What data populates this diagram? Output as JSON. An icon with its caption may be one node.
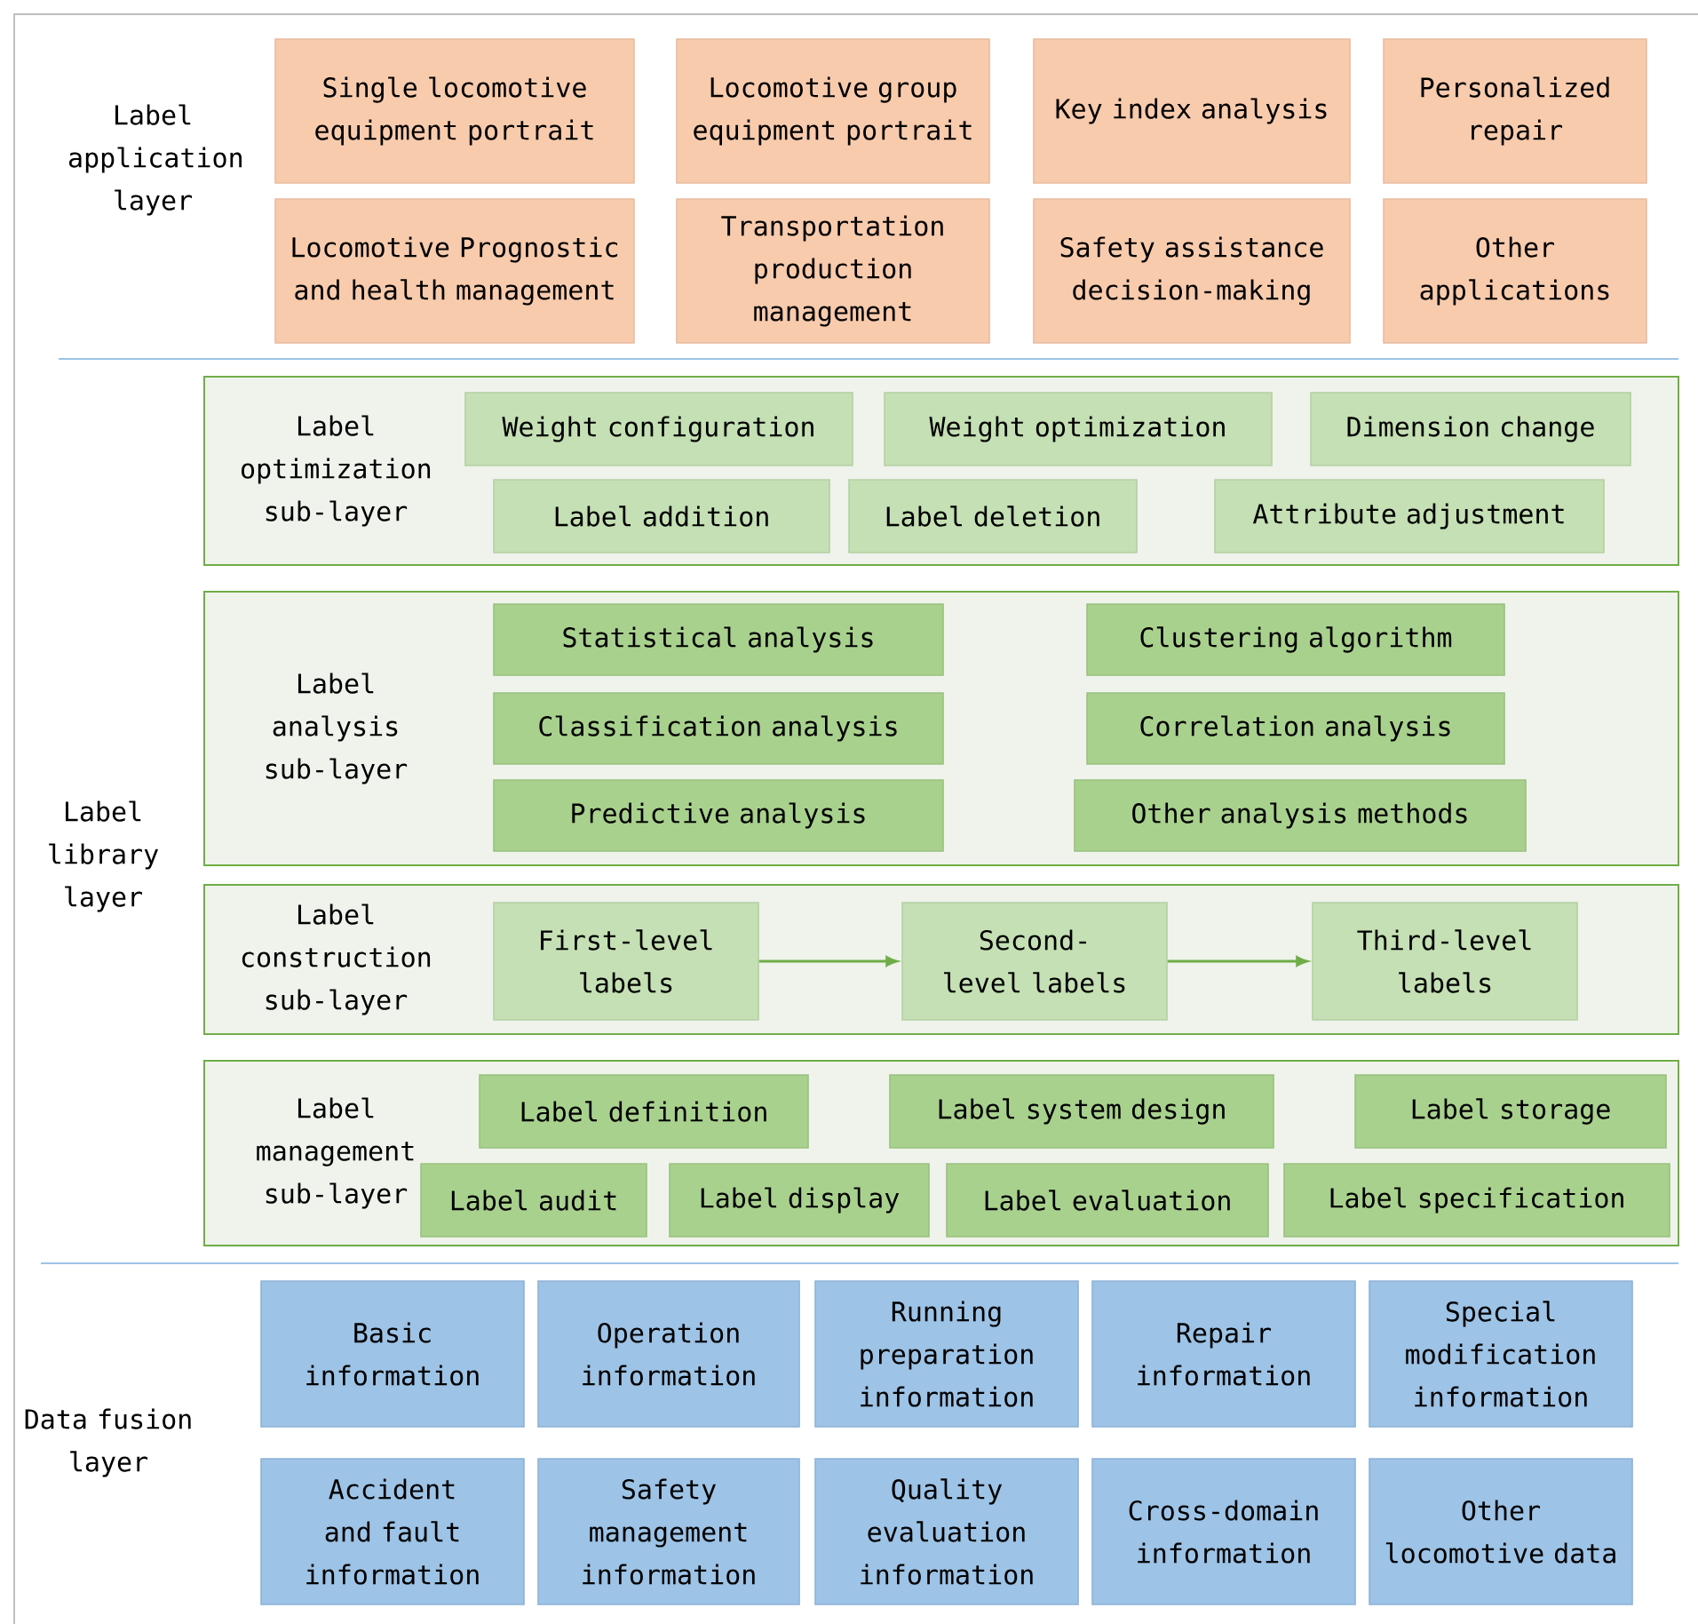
{
  "diagram": {
    "nodes": [
      {
        "text": [
          "Single locomotive equipment portrait"
        ]
      },
      {
        "text": [
          "Locomotive group equipment portrait"
        ]
      },
      {
        "text": [
          "Key index analysis"
        ]
      },
      {
        "text": [
          "Personalized repair"
        ]
      },
      {
        "text": [
          "Locomotive Prognostic and health management"
        ]
      },
      {
        "text": [
          "Transportation production management"
        ]
      },
      {
        "text": [
          "Safety assistance decision-making"
        ]
      },
      {
        "text": [
          "Other applications"
        ]
      },
      {
        "text": [
          "Label optimization sub-layer"
        ]
      },
      {
        "text": [
          "Weight configuration"
        ],
        "in": 8
      },
      {
        "text": [
          "Weight optimization"
        ],
        "in": 8
      },
      {
        "text": [
          "Dimension change"
        ],
        "in": 8
      },
      {
        "text": [
          "Label addition"
        ],
        "in": 8
      },
      {
        "text": [
          "Label deletion"
        ],
        "in": 8
      },
      {
        "text": [
          "Attribute adjustment"
        ],
        "in": 8
      },
      {
        "text": [
          "Label analysis sub-layer"
        ]
      },
      {
        "text": [
          "Statistical analysis"
        ],
        "in": 15
      },
      {
        "text": [
          "Clustering algorithm"
        ],
        "in": 15
      },
      {
        "text": [
          "Classification analysis"
        ],
        "in": 15
      },
      {
        "text": [
          "Correlation analysis"
        ],
        "in": 15
      },
      {
        "text": [
          "Predictive analysis"
        ],
        "in": 15
      },
      {
        "text": [
          "Other analysis methods"
        ],
        "in": 15
      },
      {
        "text": [
          "Label construction sub-layer"
        ]
      },
      {
        "text": [
          "First-level labels"
        ],
        "in": 22
      },
      {
        "text": [
          "Second-level labels"
        ],
        "in": 22
      },
      {
        "text": [
          "Third-level labels"
        ],
        "in": 22
      },
      {
        "text": [
          "Label management sub-layer"
        ]
      },
      {
        "text": [
          "Label definition"
        ],
        "in": 26
      },
      {
        "text": [
          "Label system design"
        ],
        "in": 26
      },
      {
        "text": [
          "Label storage"
        ],
        "in": 26
      },
      {
        "text": [
          "Label audit"
        ],
        "in": 26
      },
      {
        "text": [
          "Label display"
        ],
        "in": 26
      },
      {
        "text": [
          "Label evaluation"
        ],
        "in": 26
      },
      {
        "text": [
          "Label specification"
        ],
        "in": 26
      },
      {
        "text": [
          "Basic information"
        ]
      },
      {
        "text": [
          "Operation information"
        ]
      },
      {
        "text": [
          "Running preparation information"
        ]
      },
      {
        "text": [
          "Repair information"
        ]
      },
      {
        "text": [
          "Special modification information"
        ]
      },
      {
        "text": [
          "Accident and fault information"
        ]
      },
      {
        "text": [
          "Safety management information"
        ]
      },
      {
        "text": [
          "Quality evaluation information"
        ]
      },
      {
        "text": [
          "Cross-domain information"
        ]
      },
      {
        "text": [
          "Other locomotive data"
        ]
      }
    ],
    "edges": [
      {
        "from": 23,
        "to": 24,
        "arrow": "to"
      },
      {
        "from": 24,
        "to": 25,
        "arrow": "to"
      }
    ],
    "labels": [
      "Label application layer",
      "Label library layer",
      "Data fusion layer"
    ]
  }
}
